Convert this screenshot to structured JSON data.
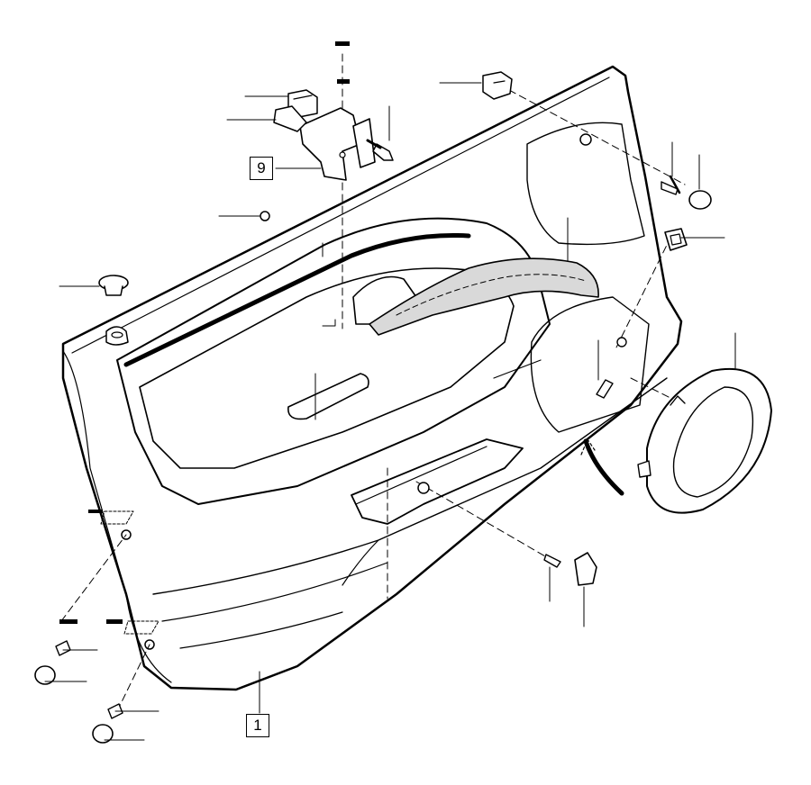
{
  "diagram": {
    "callouts": [
      {
        "id": "callout-9",
        "label": "9"
      },
      {
        "id": "callout-1",
        "label": "1"
      }
    ],
    "colors": {
      "line": "#000000",
      "fill": "#ffffff",
      "shade": "#d9d9d9"
    }
  }
}
